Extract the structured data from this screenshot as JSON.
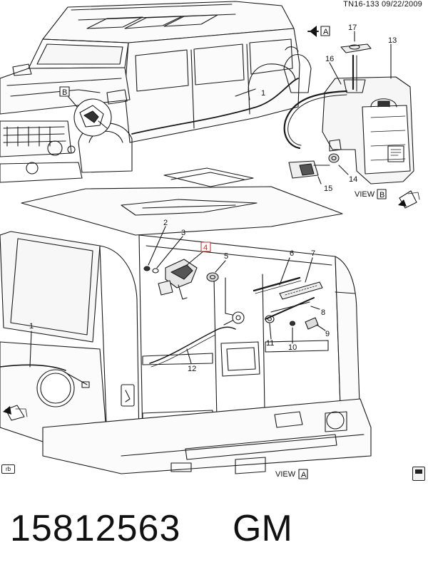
{
  "header": {
    "drawing_id": "TN16-133",
    "date": "09/22/2009"
  },
  "callouts": [
    "1",
    "2",
    "3",
    "4",
    "5",
    "6",
    "7",
    "8",
    "9",
    "10",
    "11",
    "12",
    "13",
    "14",
    "15",
    "16",
    "17"
  ],
  "views": {
    "view_a": {
      "word": "VIEW",
      "letter": "A"
    },
    "view_b": {
      "word": "VIEW",
      "letter": "B"
    },
    "flag_a": "A",
    "flag_b": "B"
  },
  "footer": {
    "rb": "rb",
    "part_number": "15812563",
    "brand": "GM"
  },
  "colors": {
    "line": "#1a1a1a",
    "highlight": "#c0282d"
  }
}
